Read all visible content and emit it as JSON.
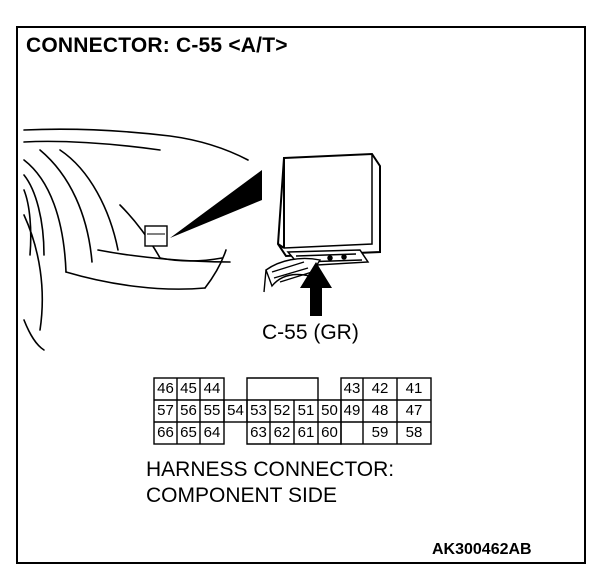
{
  "title": "CONNECTOR: C-55 <A/T>",
  "connector_label": "C-55 (GR)",
  "caption": {
    "line1": "HARNESS CONNECTOR:",
    "line2": "COMPONENT SIDE"
  },
  "code": "AK300462AB",
  "pins": {
    "row1": [
      "46",
      "45",
      "44",
      "43",
      "42",
      "41"
    ],
    "row2": [
      "57",
      "56",
      "55",
      "54",
      "53",
      "52",
      "51",
      "50",
      "49",
      "48",
      "47"
    ],
    "row3": [
      "66",
      "65",
      "64",
      "63",
      "62",
      "61",
      "60",
      "59",
      "58"
    ]
  }
}
